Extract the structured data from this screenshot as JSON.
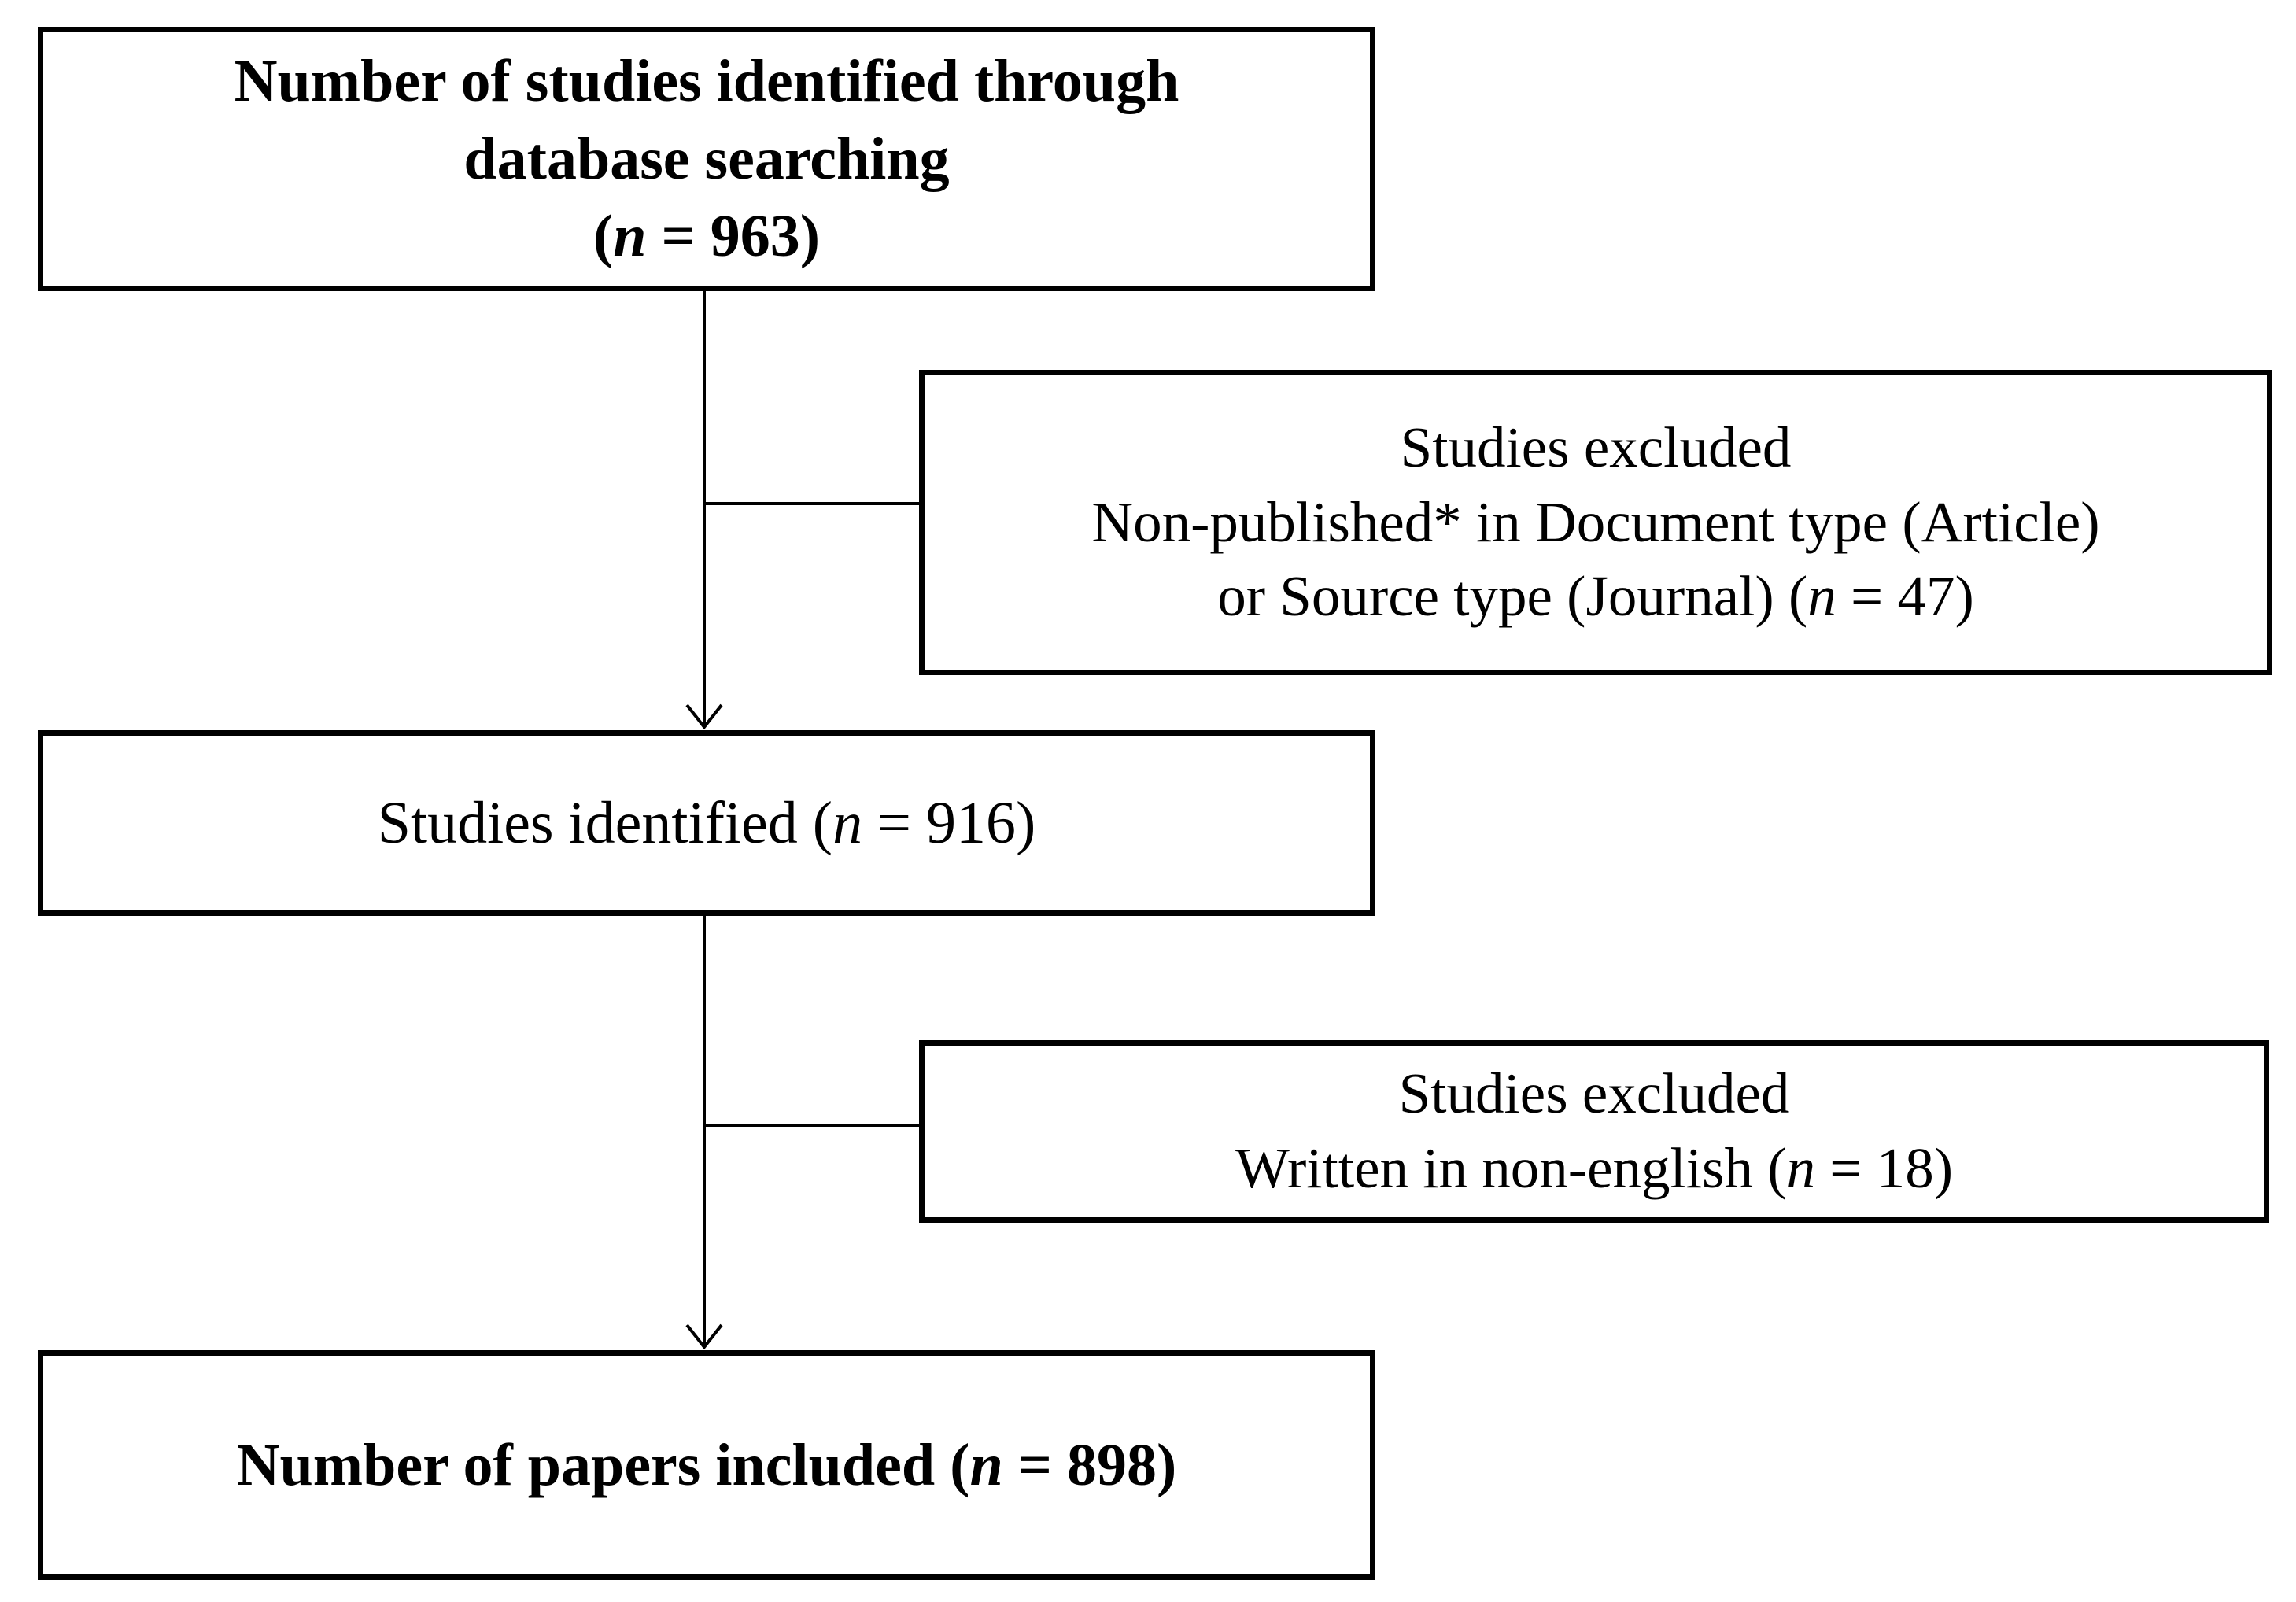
{
  "nodes": {
    "search": {
      "line1": "Number of studies identified through",
      "line2": "database searching",
      "count_prefix": "(",
      "n": "n",
      "count_suffix": " = 963)"
    },
    "excluded_1": {
      "line1": "Studies excluded",
      "line2": "Non-published* in Document type (Article)",
      "line3_text": "or Source type (Journal) (",
      "n": "n",
      "line3_suffix": " = 47)"
    },
    "identified": {
      "text": "Studies identified  (",
      "n": "n",
      "suffix": "  = 916)"
    },
    "excluded_2": {
      "line1": "Studies excluded",
      "line2_text": "Written in non-english (",
      "n": "n",
      "line2_suffix": " = 18)"
    },
    "included": {
      "text": "Number of papers included (",
      "n": "n",
      "suffix": " = 898)"
    }
  },
  "edges": [
    {
      "from": "search",
      "to": "identified",
      "arrow": true
    },
    {
      "from": "search",
      "to": "excluded_1",
      "arrow": false
    },
    {
      "from": "identified",
      "to": "included",
      "arrow": true
    },
    {
      "from": "identified",
      "to": "excluded_2",
      "arrow": false
    }
  ]
}
